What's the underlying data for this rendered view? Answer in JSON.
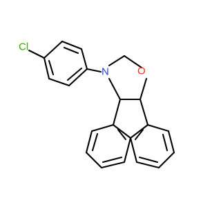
{
  "atoms": {
    "chlorine": {
      "label": "Cl",
      "color": "#37a900"
    },
    "nitrogen": {
      "label": "N",
      "color": "#1f3fe8"
    },
    "oxygen": {
      "label": "O",
      "color": "#ff2a18"
    }
  }
}
